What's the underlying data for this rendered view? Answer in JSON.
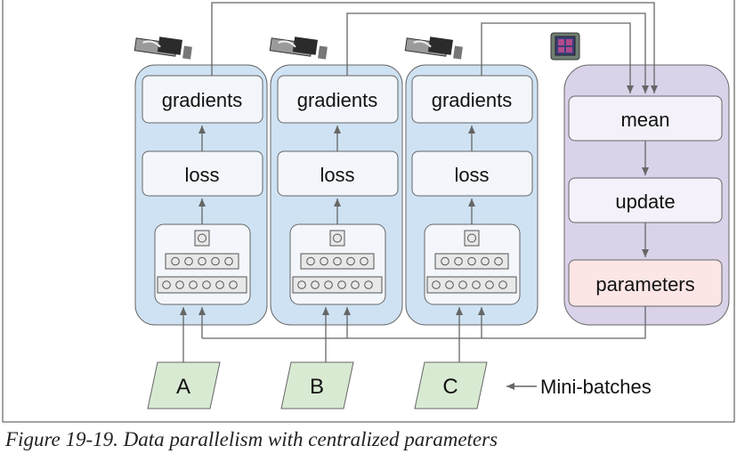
{
  "diagram": {
    "workers": [
      {
        "gradients_label": "gradients",
        "loss_label": "loss",
        "device_icon": "gpu-card-icon",
        "model_icon": "neural-network-icon"
      },
      {
        "gradients_label": "gradients",
        "loss_label": "loss",
        "device_icon": "gpu-card-icon",
        "model_icon": "neural-network-icon"
      },
      {
        "gradients_label": "gradients",
        "loss_label": "loss",
        "device_icon": "gpu-card-icon",
        "model_icon": "neural-network-icon"
      }
    ],
    "server": {
      "device_icon": "cpu-chip-icon",
      "mean_label": "mean",
      "update_label": "update",
      "parameters_label": "parameters"
    },
    "minibatches": [
      "A",
      "B",
      "C"
    ],
    "minibatches_label": "Mini-batches",
    "colors": {
      "worker_fill": "#cfe2f3",
      "server_fill": "#d9d2e9",
      "parameters_fill": "#fce5e5",
      "minibatch_fill": "#d9ead3",
      "box_fill": "#f3f6fb",
      "stroke": "#666666"
    }
  },
  "caption": "Figure 19-19. Data parallelism with centralized parameters"
}
